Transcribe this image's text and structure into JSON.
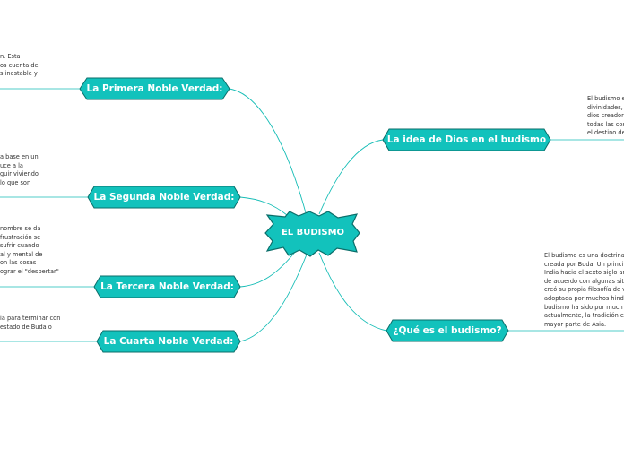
{
  "colors": {
    "node_fill": "#12c2bc",
    "node_stroke": "#0b6e6a",
    "line": "#16bdb6",
    "text_dark": "#333333"
  },
  "central": {
    "label": "EL BUDISMO"
  },
  "branches": [
    {
      "label": "La Primera Noble Verdad:",
      "note": "n. Esta\nos cuenta de\ns inestable y"
    },
    {
      "label": "La Segunda Noble Verdad:",
      "note": "a base en un\nuce a la\nguir viviendo\nlo que son"
    },
    {
      "label": "La Tercera Noble Verdad:",
      "note": "nombre se da\nfrustración se\nsufrir cuando\nal y mental de\non las cosas\nograr el \"despertar\""
    },
    {
      "label": "La Cuarta Noble Verdad:",
      "note": "ia para terminar con\nestado de Buda o"
    },
    {
      "label": "La idea de Dios en el budismo",
      "note": "El budismo e\ndivinidades,\ndios creador\ntodas las cos\nel destino de"
    },
    {
      "label": "¿Qué es el budismo?",
      "note": "El budismo es una doctrina\ncreada por Buda. Un princi\nIndia hacia el sexto siglo an\nde acuerdo con algunas sit\ncreó su propia filosofía de v\nadoptada por muchos hind\nbudismo ha sido por much\nactualmente, la tradición es\nmayor parte de Asia."
    }
  ]
}
